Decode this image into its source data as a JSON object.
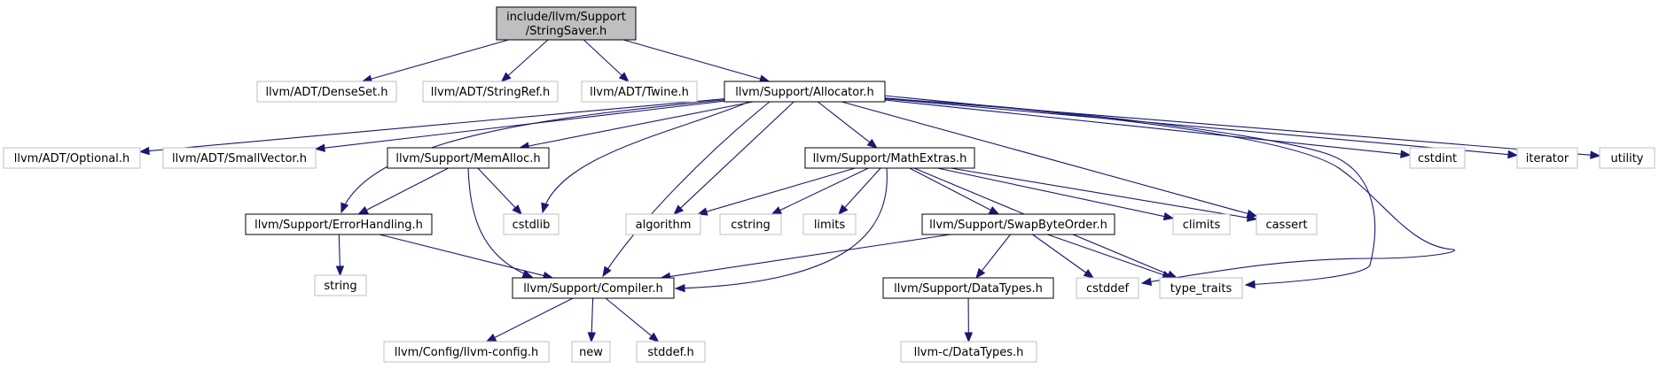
{
  "graph": {
    "edge_color": "#191970",
    "nodes": [
      {
        "id": "root",
        "lines": [
          "include/llvm/Support",
          "/StringSaver.h"
        ],
        "style": "root"
      },
      {
        "id": "denseset",
        "lines": [
          "llvm/ADT/DenseSet.h"
        ],
        "style": "ext"
      },
      {
        "id": "stringref",
        "lines": [
          "llvm/ADT/StringRef.h"
        ],
        "style": "ext"
      },
      {
        "id": "twine",
        "lines": [
          "llvm/ADT/Twine.h"
        ],
        "style": "ext"
      },
      {
        "id": "allocator",
        "lines": [
          "llvm/Support/Allocator.h"
        ],
        "style": "doc"
      },
      {
        "id": "optional",
        "lines": [
          "llvm/ADT/Optional.h"
        ],
        "style": "ext"
      },
      {
        "id": "smallvector",
        "lines": [
          "llvm/ADT/SmallVector.h"
        ],
        "style": "ext"
      },
      {
        "id": "memalloc",
        "lines": [
          "llvm/Support/MemAlloc.h"
        ],
        "style": "doc"
      },
      {
        "id": "mathextras",
        "lines": [
          "llvm/Support/MathExtras.h"
        ],
        "style": "doc"
      },
      {
        "id": "cstdint",
        "lines": [
          "cstdint"
        ],
        "style": "ext"
      },
      {
        "id": "iterator",
        "lines": [
          "iterator"
        ],
        "style": "ext"
      },
      {
        "id": "utility",
        "lines": [
          "utility"
        ],
        "style": "ext"
      },
      {
        "id": "errorhandling",
        "lines": [
          "llvm/Support/ErrorHandling.h"
        ],
        "style": "doc"
      },
      {
        "id": "cstdlib",
        "lines": [
          "cstdlib"
        ],
        "style": "ext"
      },
      {
        "id": "algorithm",
        "lines": [
          "algorithm"
        ],
        "style": "ext"
      },
      {
        "id": "cstring",
        "lines": [
          "cstring"
        ],
        "style": "ext"
      },
      {
        "id": "limits",
        "lines": [
          "limits"
        ],
        "style": "ext"
      },
      {
        "id": "swapbyteorder",
        "lines": [
          "llvm/Support/SwapByteOrder.h"
        ],
        "style": "doc"
      },
      {
        "id": "climits",
        "lines": [
          "climits"
        ],
        "style": "ext"
      },
      {
        "id": "cassert",
        "lines": [
          "cassert"
        ],
        "style": "ext"
      },
      {
        "id": "string",
        "lines": [
          "string"
        ],
        "style": "ext"
      },
      {
        "id": "compiler",
        "lines": [
          "llvm/Support/Compiler.h"
        ],
        "style": "doc"
      },
      {
        "id": "datatypes",
        "lines": [
          "llvm/Support/DataTypes.h"
        ],
        "style": "doc"
      },
      {
        "id": "cstddef",
        "lines": [
          "cstddef"
        ],
        "style": "ext"
      },
      {
        "id": "typetraits",
        "lines": [
          "type_traits"
        ],
        "style": "ext"
      },
      {
        "id": "llvmconfig",
        "lines": [
          "llvm/Config/llvm-config.h"
        ],
        "style": "ext"
      },
      {
        "id": "new",
        "lines": [
          "new"
        ],
        "style": "ext"
      },
      {
        "id": "stddef",
        "lines": [
          "stddef.h"
        ],
        "style": "ext"
      },
      {
        "id": "cdatatypes",
        "lines": [
          "llvm-c/DataTypes.h"
        ],
        "style": "ext"
      }
    ],
    "edges": [
      {
        "from": "root",
        "to": "denseset"
      },
      {
        "from": "root",
        "to": "stringref"
      },
      {
        "from": "root",
        "to": "twine"
      },
      {
        "from": "root",
        "to": "allocator"
      },
      {
        "from": "allocator",
        "to": "optional"
      },
      {
        "from": "allocator",
        "to": "smallvector"
      },
      {
        "from": "allocator",
        "to": "memalloc"
      },
      {
        "from": "allocator",
        "to": "mathextras"
      },
      {
        "from": "allocator",
        "to": "cstdint"
      },
      {
        "from": "allocator",
        "to": "iterator"
      },
      {
        "from": "allocator",
        "to": "utility"
      },
      {
        "from": "allocator",
        "to": "errorhandling"
      },
      {
        "from": "allocator",
        "to": "cstdlib"
      },
      {
        "from": "allocator",
        "to": "algorithm"
      },
      {
        "from": "allocator",
        "to": "compiler"
      },
      {
        "from": "allocator",
        "to": "cassert"
      },
      {
        "from": "allocator",
        "to": "typetraits"
      },
      {
        "from": "allocator",
        "to": "cstddef"
      },
      {
        "from": "memalloc",
        "to": "errorhandling"
      },
      {
        "from": "memalloc",
        "to": "cstdlib"
      },
      {
        "from": "memalloc",
        "to": "compiler"
      },
      {
        "from": "mathextras",
        "to": "algorithm"
      },
      {
        "from": "mathextras",
        "to": "cstring"
      },
      {
        "from": "mathextras",
        "to": "limits"
      },
      {
        "from": "mathextras",
        "to": "compiler"
      },
      {
        "from": "mathextras",
        "to": "swapbyteorder"
      },
      {
        "from": "mathextras",
        "to": "climits"
      },
      {
        "from": "mathextras",
        "to": "cassert"
      },
      {
        "from": "mathextras",
        "to": "typetraits"
      },
      {
        "from": "errorhandling",
        "to": "string"
      },
      {
        "from": "errorhandling",
        "to": "compiler"
      },
      {
        "from": "swapbyteorder",
        "to": "compiler"
      },
      {
        "from": "swapbyteorder",
        "to": "datatypes"
      },
      {
        "from": "swapbyteorder",
        "to": "cstddef"
      },
      {
        "from": "swapbyteorder",
        "to": "typetraits"
      },
      {
        "from": "compiler",
        "to": "llvmconfig"
      },
      {
        "from": "compiler",
        "to": "new"
      },
      {
        "from": "compiler",
        "to": "stddef"
      },
      {
        "from": "datatypes",
        "to": "cdatatypes"
      }
    ]
  }
}
